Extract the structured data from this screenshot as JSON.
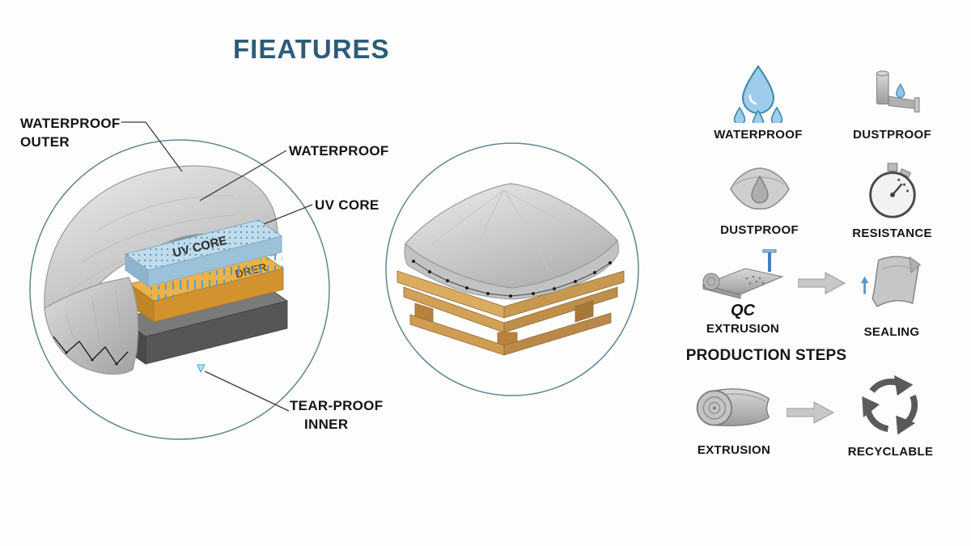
{
  "title": "FIEATURES",
  "left_diagram": {
    "callout_waterproof_outer_line1": "WATERPROOF",
    "callout_waterproof_outer_line2": "OUTER",
    "callout_waterproof": "WATERPROOF",
    "callout_uv_core": "UV CORE",
    "callout_tear_proof_line1": "TEAR-PROOF",
    "callout_tear_proof_line2": "INNER",
    "layer_label_uv_core": "UV CORE",
    "layer_label_fiber": "DRER"
  },
  "features_panel": {
    "production_steps_label": "PRODUCTION STEPS",
    "qc_label": "QC",
    "items": [
      {
        "icon": "water-drops-icon",
        "label": "WATERPROOF"
      },
      {
        "icon": "dust-pipe-icon",
        "label": "DUSTPROOF"
      },
      {
        "icon": "fabric-drop-icon",
        "label": "DUSTPROOF"
      },
      {
        "icon": "resistance-gauge-icon",
        "label": "RESISTANCE"
      },
      {
        "icon": "extrusion-machine-icon",
        "label": "EXTRUSION"
      },
      {
        "icon": "sealing-sheet-icon",
        "label": "SEALING"
      },
      {
        "icon": "extrusion-roll-icon",
        "label": "EXTRUSION"
      },
      {
        "icon": "recycle-icon",
        "label": "RECYCLABLE"
      }
    ]
  },
  "colors": {
    "title_text": "#2d5c77",
    "label_text": "#141414",
    "circle_stroke": "#5d8795",
    "tarp_gray": "#c9c9c9",
    "uv_core_layer": "#bfdcec",
    "fiber_layer": "#ecb24a",
    "inner_layer": "#565656",
    "water_blue": "#8ec6e8",
    "wood": "#d9a85f",
    "icon_gray": "#b5b5b5"
  }
}
